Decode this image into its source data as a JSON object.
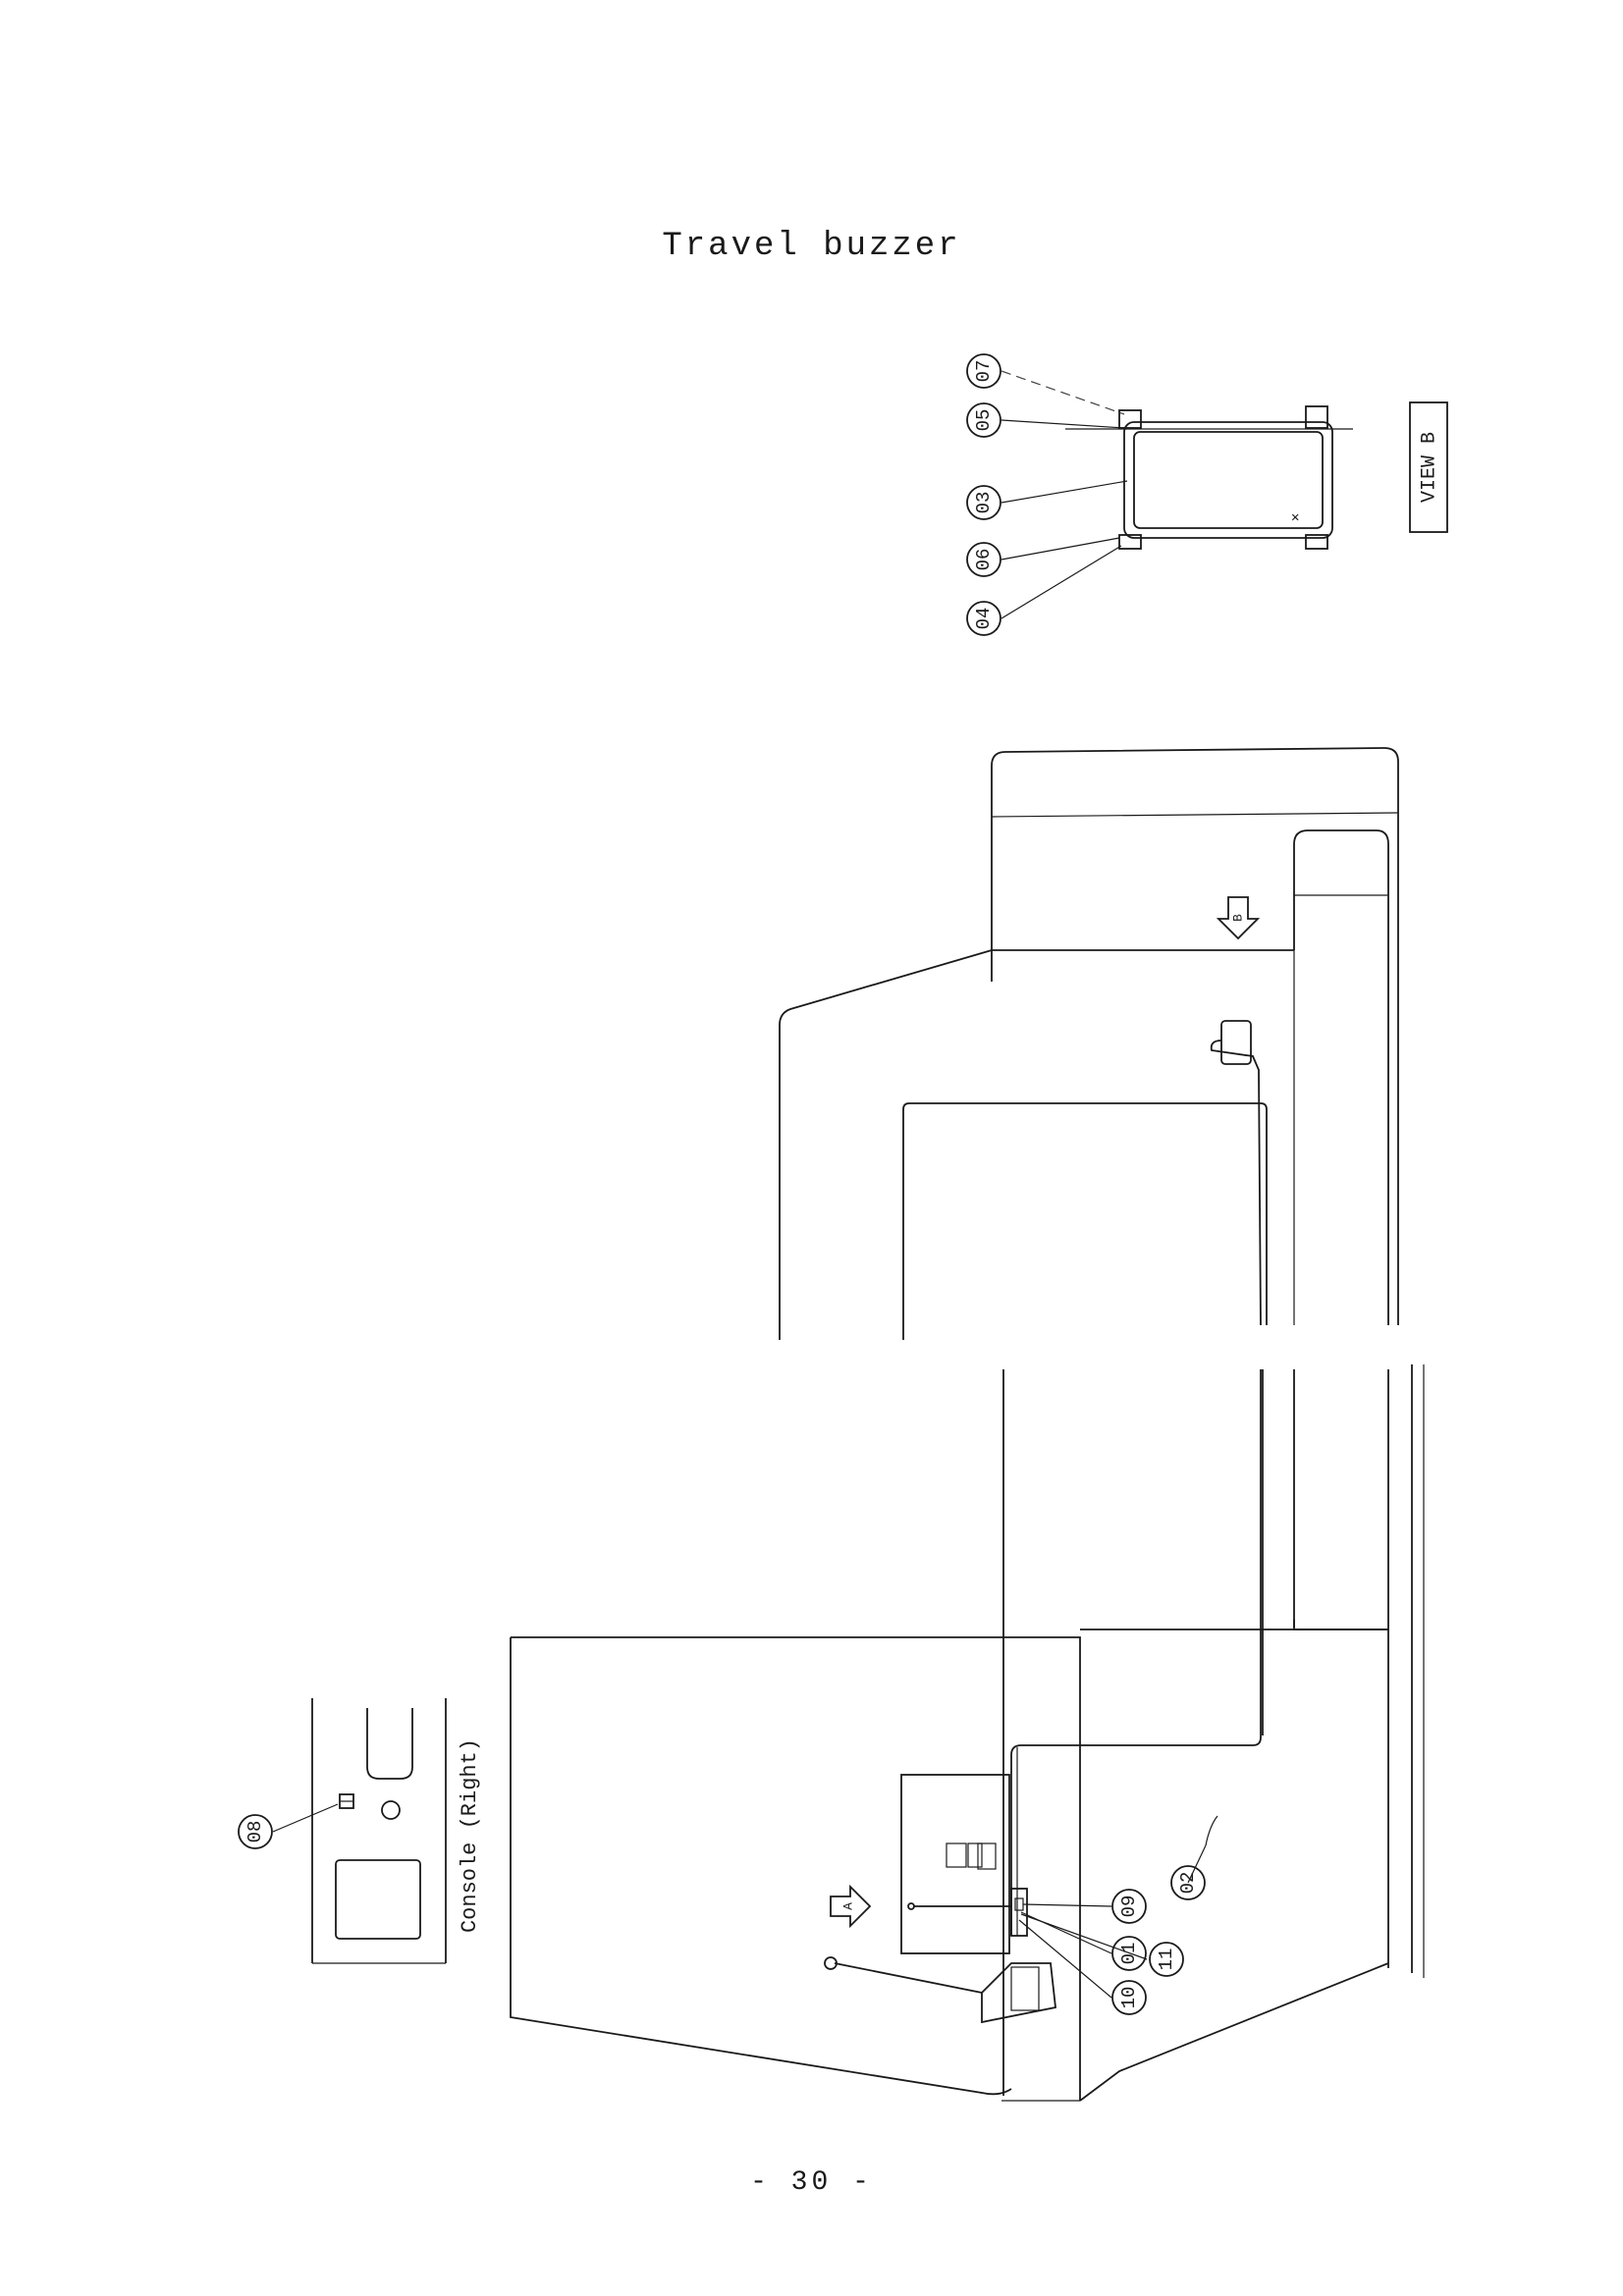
{
  "page": {
    "title": "Travel buzzer",
    "page_number": "- 30 -"
  },
  "labels": {
    "view_b": "VIEW B",
    "console": "Console (Right)",
    "arrow_a": "A",
    "arrow_b": "B"
  },
  "callouts": {
    "c01": "01",
    "c02": "02",
    "c03": "03",
    "c04": "04",
    "c05": "05",
    "c06": "06",
    "c07": "07",
    "c08": "08",
    "c09": "09",
    "c10": "10",
    "c11": "11"
  }
}
